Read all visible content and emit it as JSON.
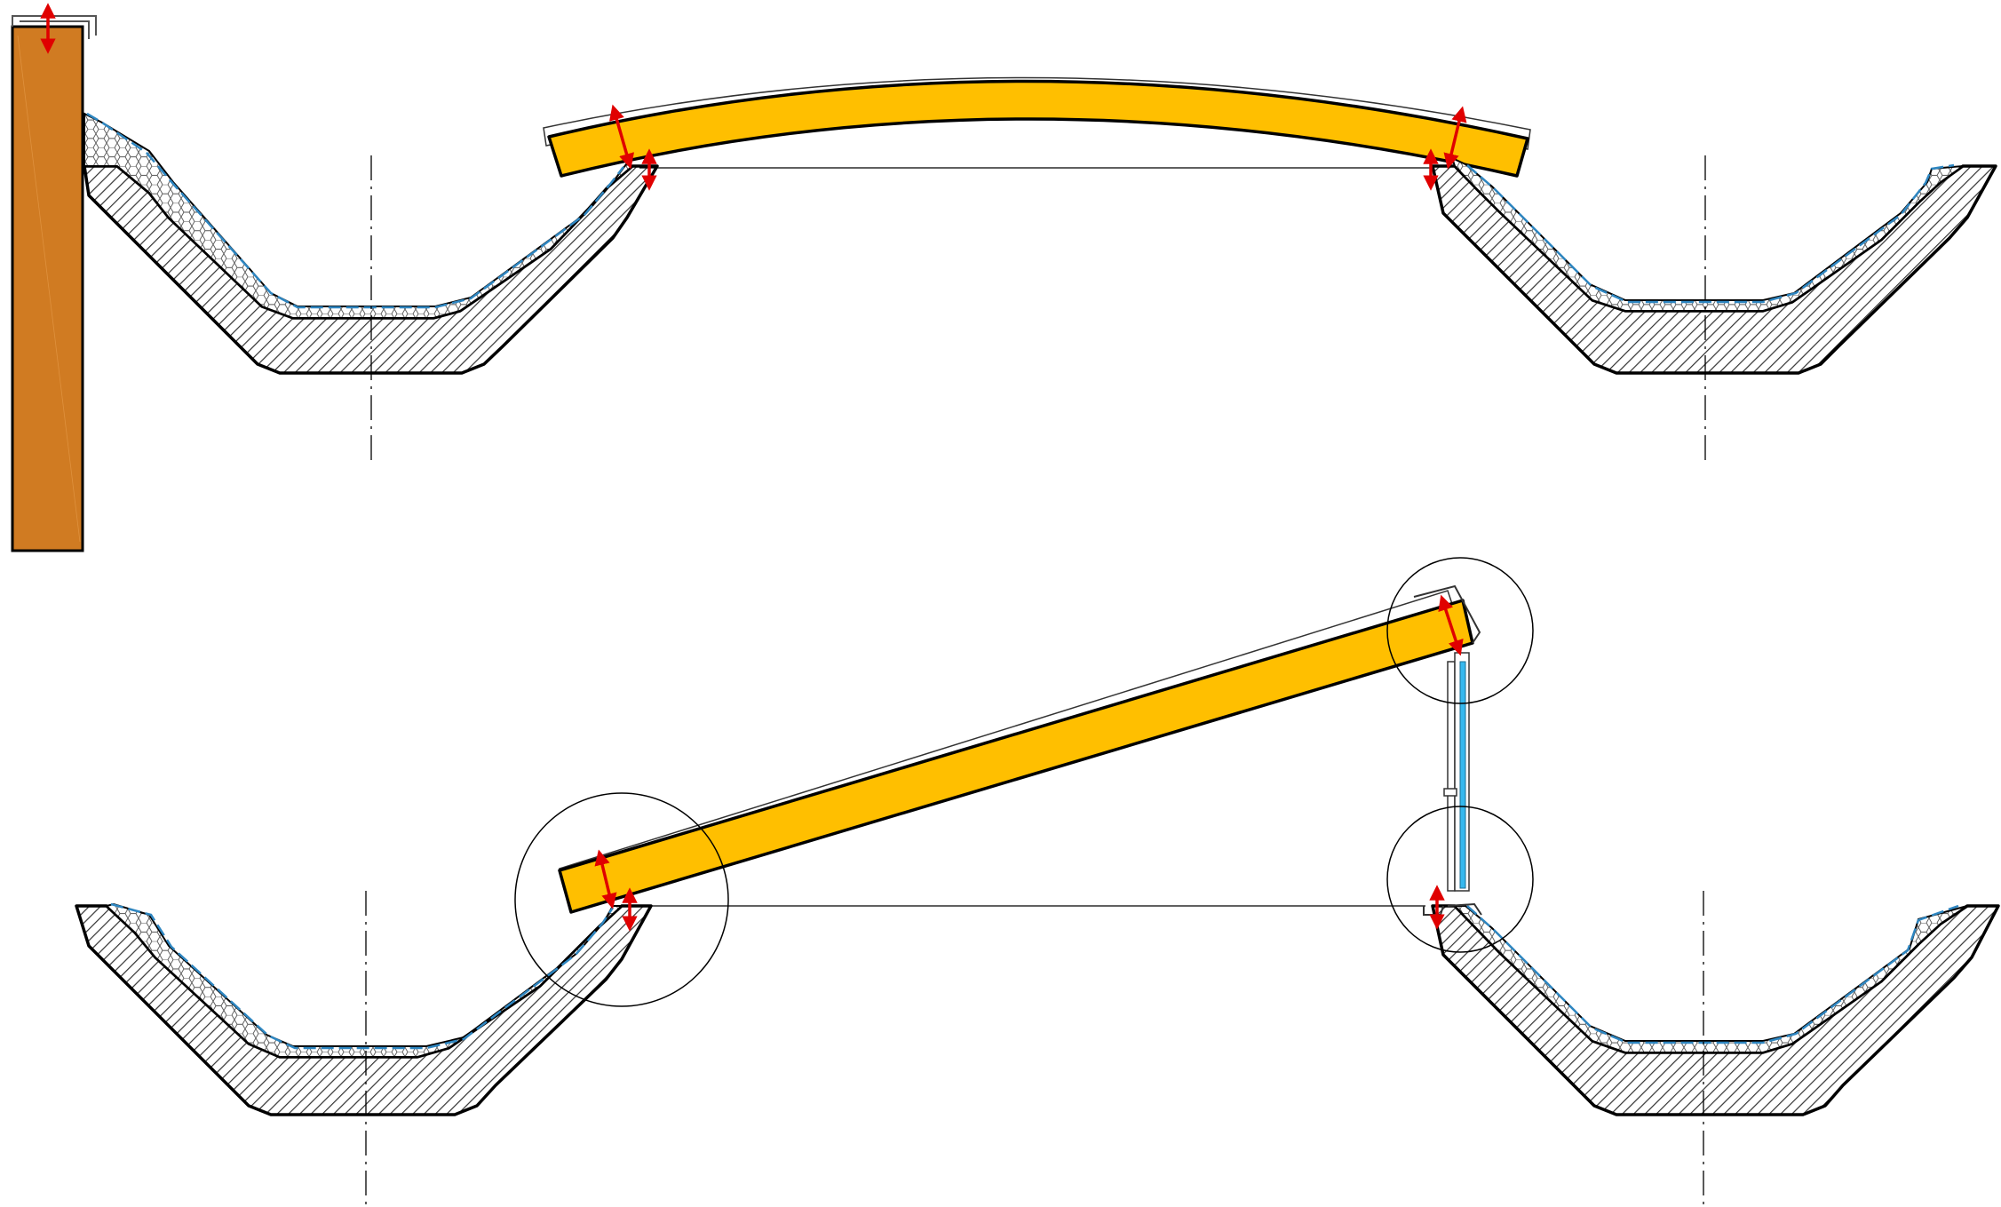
{
  "drawing": {
    "colors": {
      "wall": "#D07B22",
      "beam": "#FFBF00",
      "beam_stroke": "#000000",
      "membrane_dash": "#2E86C1",
      "glass": "#35B8EE",
      "arrow": "#E00000",
      "hatch": "#333333",
      "insulation": "#444444",
      "detail_circle": "#000000"
    },
    "icons": {
      "vent_arrow": "double-headed-arrow-icon",
      "detail_callout": "circle-callout-icon"
    },
    "panels": [
      {
        "id": "upper-section",
        "roof_type": "curved"
      },
      {
        "id": "lower-section",
        "roof_type": "sloped-with-glazing"
      }
    ]
  }
}
